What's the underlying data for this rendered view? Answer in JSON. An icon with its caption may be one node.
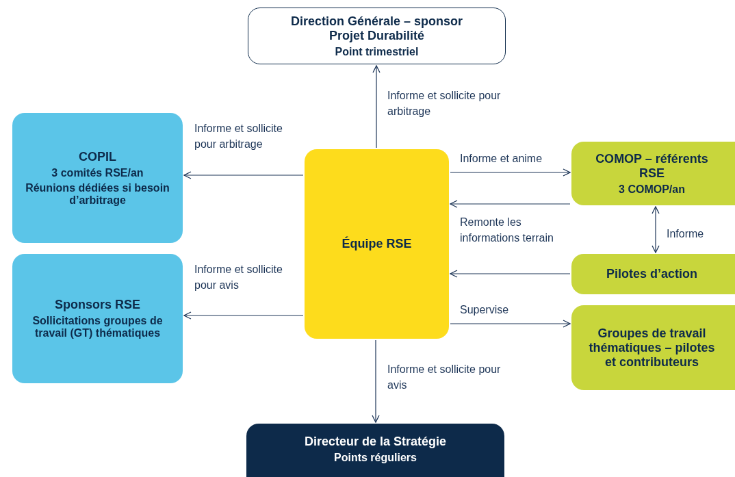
{
  "diagram": {
    "nodes": [
      {
        "text": [
          "Direction Générale – sponsor Projet Durabilité",
          "Point trimestriel"
        ]
      },
      {
        "text": [
          "COPIL",
          "3 comités RSE/an",
          "Réunions dédiées si besoin d’arbitrage"
        ]
      },
      {
        "text": [
          "Équipe RSE"
        ]
      },
      {
        "text": [
          "COMOP – référents RSE",
          "3 COMOP/an"
        ]
      },
      {
        "text": [
          "Sponsors RSE",
          "Sollicitations groupes de travail (GT) thématiques"
        ]
      },
      {
        "text": [
          "Pilotes d’action"
        ]
      },
      {
        "text": [
          "Groupes de travail thématiques – pilotes et contributeurs"
        ]
      },
      {
        "text": [
          "Directeur de la Stratégie",
          "Points réguliers"
        ]
      }
    ],
    "edges": [
      {
        "from": 2,
        "to": 0,
        "arrow": "to",
        "label": "Informe et sollicite pour arbitrage"
      },
      {
        "from": 2,
        "to": 1,
        "arrow": "to",
        "label": "Informe et sollicite pour arbitrage"
      },
      {
        "from": 2,
        "to": 3,
        "arrow": "to",
        "label": "Informe et anime"
      },
      {
        "from": 3,
        "to": 2,
        "arrow": "to",
        "label": "Remonte les informations terrain"
      },
      {
        "from": 5,
        "to": 2,
        "arrow": "to"
      },
      {
        "from": 3,
        "to": 5,
        "arrow": "both",
        "label": "Informe"
      },
      {
        "from": 2,
        "to": 4,
        "arrow": "to",
        "label": "Informe et sollicite pour avis"
      },
      {
        "from": 2,
        "to": 6,
        "arrow": "to",
        "label": "Supervise"
      },
      {
        "from": 2,
        "to": 7,
        "arrow": "to",
        "label": "Informe et sollicite pour avis"
      }
    ]
  }
}
